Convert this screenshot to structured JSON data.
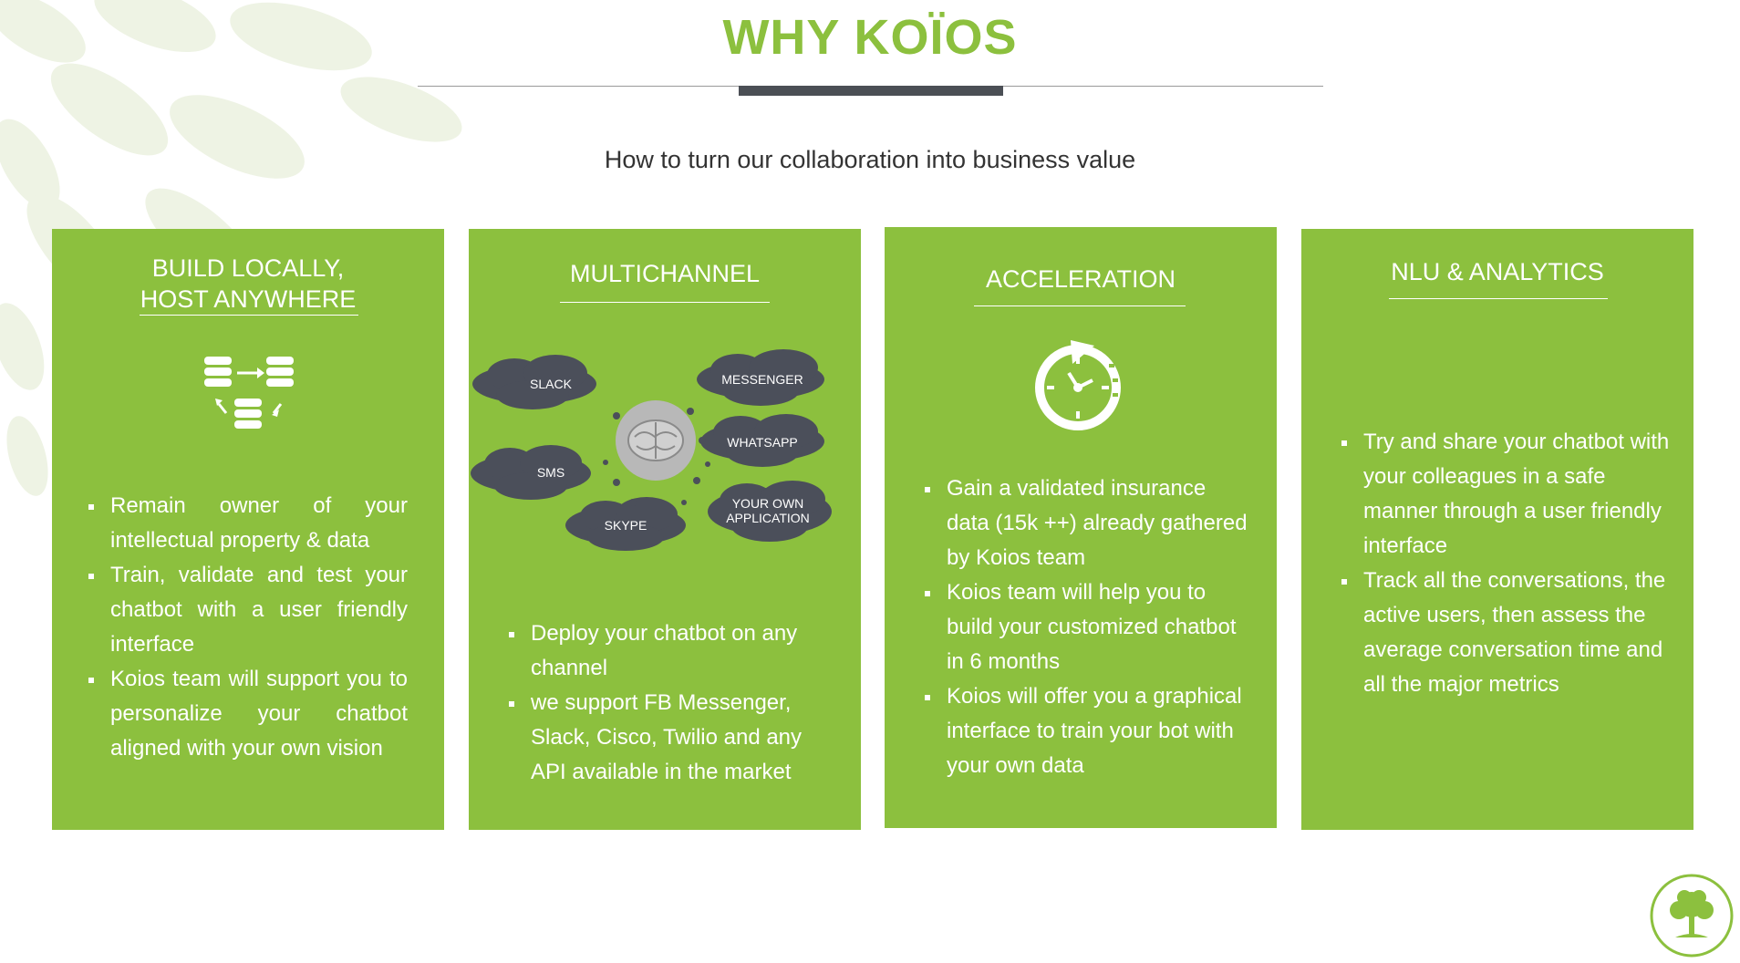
{
  "header": {
    "title": "WHY KOÏOS",
    "subtitle": "How to turn our collaboration into business value"
  },
  "colors": {
    "accent": "#8cc03e",
    "dark_bar": "#4b4f55",
    "cloud": "#4b4f5a"
  },
  "cards": [
    {
      "title_line1": "BUILD LOCALLY,",
      "title_line2": "HOST ANYWHERE",
      "icon": "database-sync-icon",
      "bullets": [
        "Remain owner of your intellectual property & data",
        "Train, validate and test your chatbot with a user friendly interface",
        "Koios team will support you to personalize your chatbot aligned with your own vision"
      ]
    },
    {
      "title": "MULTICHANNEL",
      "icon": "brain-icon",
      "channels": [
        "SLACK",
        "MESSENGER",
        "WHATSAPP",
        "SMS",
        "SKYPE",
        "YOUR OWN",
        "APPLICATION"
      ],
      "bullets": [
        "Deploy your chatbot on any channel",
        " we support FB Messenger, Slack, Cisco, Twilio and any API available in the market"
      ]
    },
    {
      "title": "ACCELERATION",
      "icon": "clock-refresh-icon",
      "bullets": [
        "Gain a validated insurance data (15k ++) already gathered by Koios  team",
        "Koios team will help you to build your customized chatbot in 6 months",
        "Koios will offer you a graphical interface to train your bot with your own data"
      ]
    },
    {
      "title": "NLU & ANALYTICS",
      "bullets": [
        "Try and share your chatbot with your colleagues in a safe manner through a user friendly interface",
        "Track all the conversations, the active users, then assess the average conversation time and all the major metrics"
      ]
    }
  ],
  "logo": {
    "icon": "tree-logo-icon"
  }
}
